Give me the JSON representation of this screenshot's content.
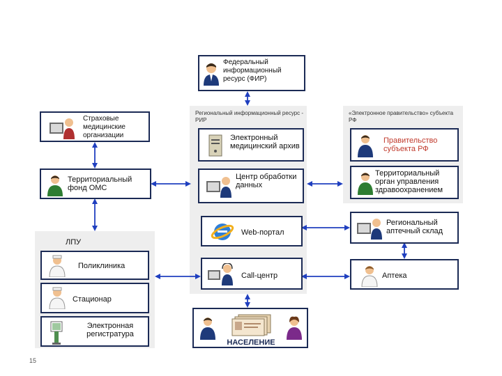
{
  "fir": {
    "label": "Федеральный информационный ресурс (ФИР)"
  },
  "smo": {
    "label": "Страховые медицинские организации"
  },
  "tfoms": {
    "label": "Территориальный фонд ОМС"
  },
  "rir": {
    "header": "Региональный информационный ресурс - РИР",
    "archive": "Электронный медицинский архив",
    "cod": "Центр обработки данных",
    "web": "Web-портал",
    "call": "Call-центр"
  },
  "egov": {
    "header": "«Электронное правительство» субъекта РФ",
    "gov": "Правительство субъекта РФ",
    "health": "Территориальный орган управления здравоохранением"
  },
  "pharm_wh": {
    "label": "Региональный аптечный склад"
  },
  "pharmacy": {
    "label": "Аптека"
  },
  "lpu": {
    "header": "ЛПУ",
    "polyclinic": "Поликлиника",
    "hospital": "Стационар",
    "registry": "Электронная регистратура"
  },
  "population": {
    "label": "НАСЕЛЕНИЕ"
  },
  "page_number": "15",
  "colors": {
    "box_border": "#1b2a55",
    "connector": "#1f3fbf",
    "highlight_text": "#c0392b",
    "panel": "#eeeeee"
  }
}
